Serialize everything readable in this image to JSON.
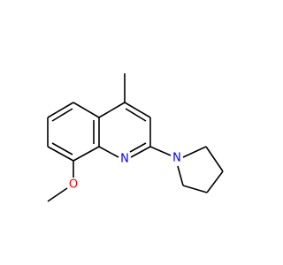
{
  "molecule": {
    "atoms": {
      "nitrogen_ring": {
        "symbol": "N",
        "color": "#0000ff"
      },
      "nitrogen_pyrrolidine": {
        "symbol": "N",
        "color": "#0000ff"
      },
      "oxygen_methoxy": {
        "symbol": "O",
        "color": "#ff0000"
      }
    },
    "bond_color": "#000000",
    "background": "#ffffff"
  }
}
